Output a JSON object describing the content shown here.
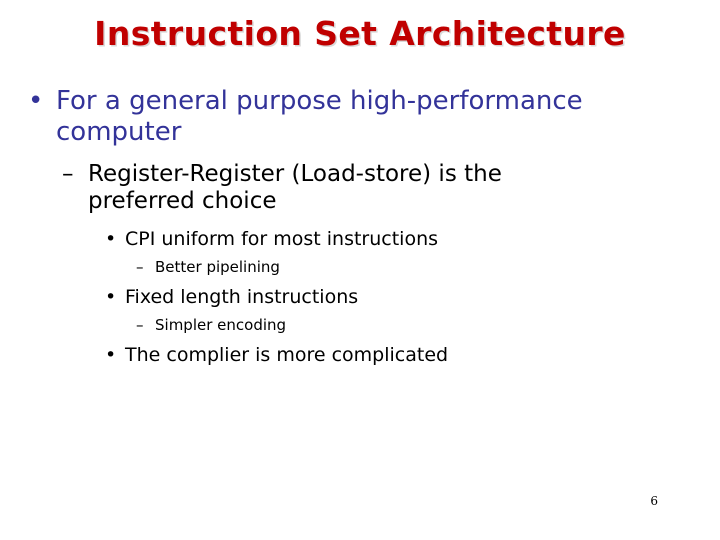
{
  "slide": {
    "title": "Instruction Set Architecture",
    "title_color": "#c00000",
    "title_shadow_color": "#d9d9d9",
    "background_color": "#ffffff",
    "level1_color": "#333399",
    "body_color": "#000000",
    "page_number": "6",
    "bullets": [
      {
        "level": 1,
        "marker": "•",
        "text": "For a general purpose high-performance computer"
      },
      {
        "level": 2,
        "marker": "–",
        "text": "Register-Register (Load-store) is the preferred choice"
      },
      {
        "level": 3,
        "marker": "•",
        "text": "CPI uniform for most instructions"
      },
      {
        "level": 4,
        "marker": "–",
        "text": "Better pipelining"
      },
      {
        "level": 3,
        "marker": "•",
        "text": "Fixed length instructions"
      },
      {
        "level": 4,
        "marker": "–",
        "text": "Simpler encoding"
      },
      {
        "level": 3,
        "marker": "•",
        "text": "The complier is more complicated"
      }
    ]
  }
}
